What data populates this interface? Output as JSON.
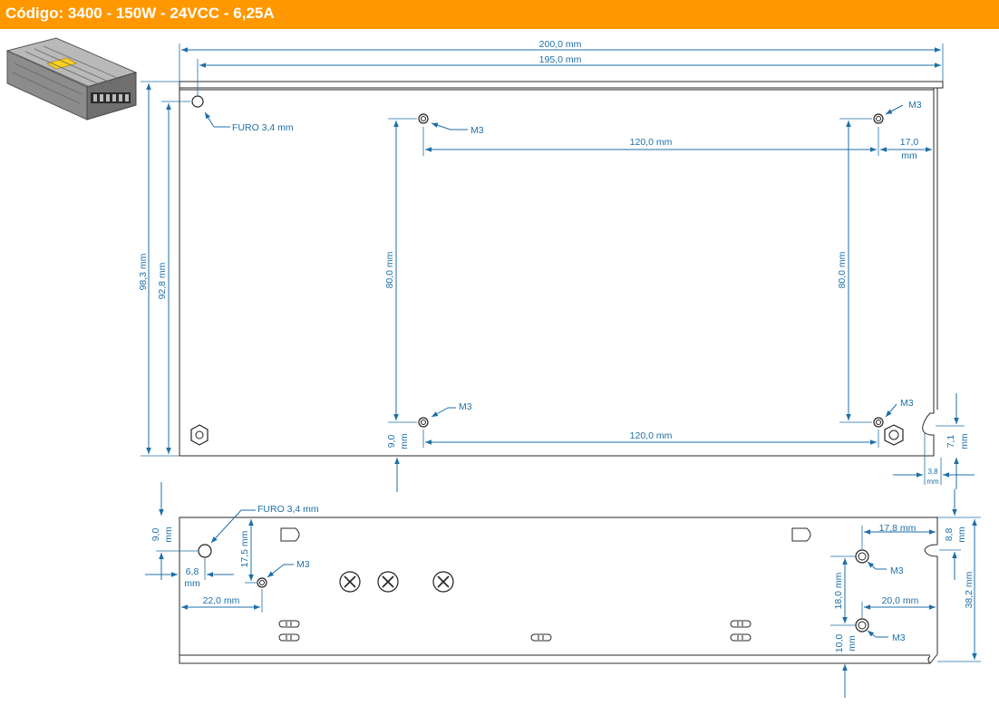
{
  "header": {
    "title": "Código: 3400 - 150W - 24VCC - 6,25A"
  },
  "colors": {
    "header_bg": "#ff9800",
    "header_text": "#ffffff",
    "dimension": "#1e6fa8",
    "outline": "#2a2a2a"
  },
  "product_image": {
    "icon": "power-supply-photo"
  },
  "top_view": {
    "overall_width": "200,0 mm",
    "inner_width": "195,0 mm",
    "overall_height": "98,3 mm",
    "inner_height": "92,8 mm",
    "furo": "FURO 3,4 mm",
    "m3_top_left": "M3",
    "m3_top_right": "M3",
    "m3_bottom_left": "M3",
    "m3_bottom_right": "M3",
    "span_top": "120,0 mm",
    "span_bottom": "120,0 mm",
    "right_offset": "17,0",
    "right_offset_unit": "mm",
    "vertical_left": "80,0 mm",
    "vertical_right": "80,0 mm",
    "bottom_offset": "9,0",
    "bottom_offset_unit": "mm",
    "notch_height": "7,1",
    "notch_height_unit": "mm",
    "notch_width": "3,8",
    "notch_width_unit": "mm"
  },
  "side_view": {
    "furo": "FURO 3,4 mm",
    "top_offset": "9,0",
    "top_offset_unit": "mm",
    "left_offset": "6,8",
    "left_offset_unit": "mm",
    "m3_height": "17,5 mm",
    "m3_left": "M3",
    "m3_horizontal": "22,0 mm",
    "right_span_top": "17,8 mm",
    "right_top_offset": "8,8",
    "right_top_offset_unit": "mm",
    "right_m3_upper": "M3",
    "right_vertical": "18,0 mm",
    "right_span_bottom": "20,0 mm",
    "right_m3_lower": "M3",
    "right_bottom_offset": "10,0",
    "right_bottom_offset_unit": "mm",
    "total_height": "38,2 mm"
  }
}
